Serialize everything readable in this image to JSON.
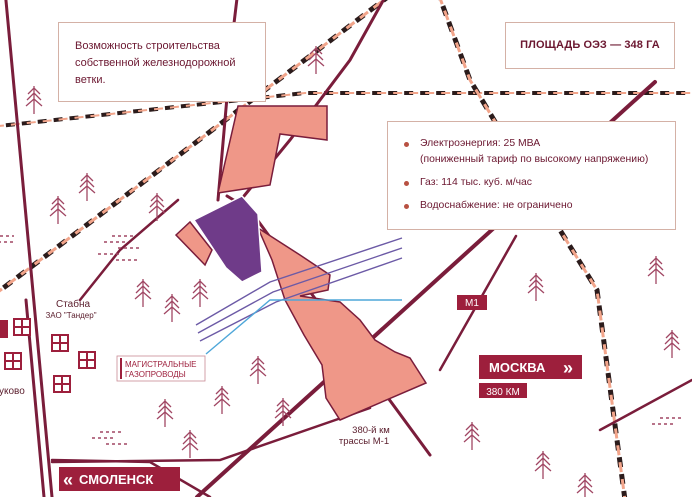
{
  "colors": {
    "road": "#7a1d3b",
    "railway_dash": "#f2a58b",
    "zone": "#ef9788",
    "zone_occupied": "#6f3b89",
    "pipeline": "#6c5aa6",
    "pipeline_light": "#4fa7d9",
    "label_bg": "#9d1f3c",
    "tree": "#a14764",
    "text": "#6b1730"
  },
  "info_boxes": {
    "railway_note": {
      "lines": [
        "Возможность строительства",
        "собственной железнодорожной",
        "ветки."
      ]
    },
    "area": {
      "title": "ПЛОЩАДЬ ОЭЗ — 348 ГА"
    },
    "resources": {
      "items": [
        {
          "lines": [
            "Электроэнергия: 25 МВА",
            "(пониженный тариф по высокому напряжению)"
          ]
        },
        {
          "lines": [
            "Газ: 114 тыс. куб. м/час"
          ]
        },
        {
          "lines": [
            "Водоснабжение: не ограничено"
          ]
        }
      ]
    }
  },
  "map_labels": {
    "station_name": "Стабна",
    "station_company": "ЗАО \"Тандер\"",
    "village_partial": "уково",
    "gas_pipeline_line1": "МАГИСТРАЛЬНЫЕ",
    "gas_pipeline_line2": "ГАЗОПРОВОДЫ",
    "highway_km_line1": "380-й км",
    "highway_km_line2": "трассы М-1",
    "highway_code": "М1",
    "moscow": "МОСКВА",
    "moscow_arrow": "»",
    "moscow_distance": "380 КМ",
    "smolensk": "СМОЛЕНСК",
    "smolensk_arrow": "«"
  },
  "icons": {
    "tree": "tree-icon",
    "building": "building-icon",
    "marsh": "marsh-icon"
  }
}
